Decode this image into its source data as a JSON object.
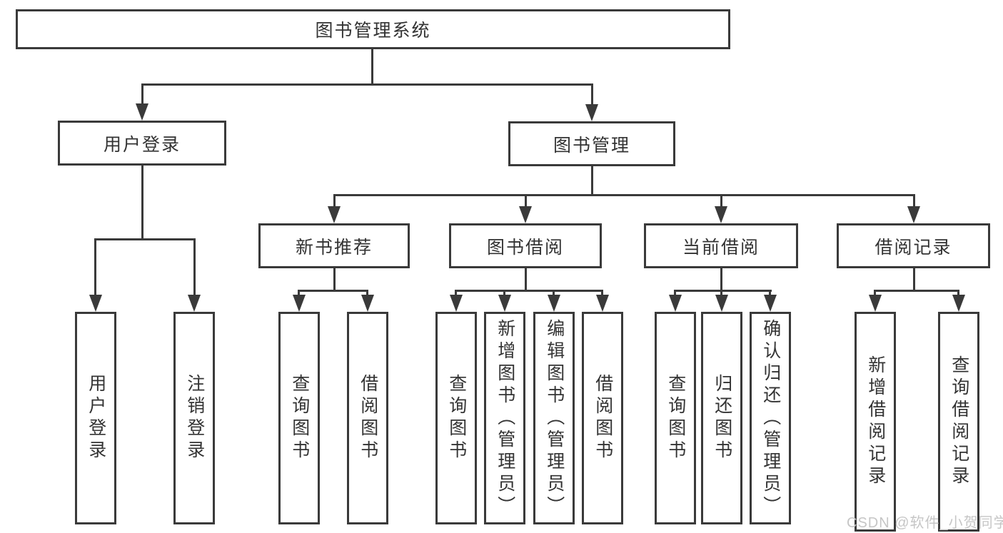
{
  "title": "图书管理系统",
  "watermark": "CSDN @软件_小贺同学",
  "colors": {
    "line": "#3a3a3a",
    "text": "#333333",
    "background": "#ffffff",
    "watermark": "#c6c6c6"
  },
  "tree": {
    "label": "图书管理系统",
    "children": [
      {
        "label": "用户登录",
        "children": [
          {
            "label": "用户登录"
          },
          {
            "label": "注销登录"
          }
        ]
      },
      {
        "label": "图书管理",
        "children": [
          {
            "label": "新书推荐",
            "children": [
              {
                "label": "查询图书"
              },
              {
                "label": "借阅图书"
              }
            ]
          },
          {
            "label": "图书借阅",
            "children": [
              {
                "label": "查询图书"
              },
              {
                "label": "新增图书（管理员）"
              },
              {
                "label": "编辑图书（管理员）"
              },
              {
                "label": "借阅图书"
              }
            ]
          },
          {
            "label": "当前借阅",
            "children": [
              {
                "label": "查询图书"
              },
              {
                "label": "归还图书"
              },
              {
                "label": "确认归还（管理员）"
              }
            ]
          },
          {
            "label": "借阅记录",
            "children": [
              {
                "label": "新增借阅记录"
              },
              {
                "label": "查询借阅记录"
              }
            ]
          }
        ]
      }
    ]
  }
}
